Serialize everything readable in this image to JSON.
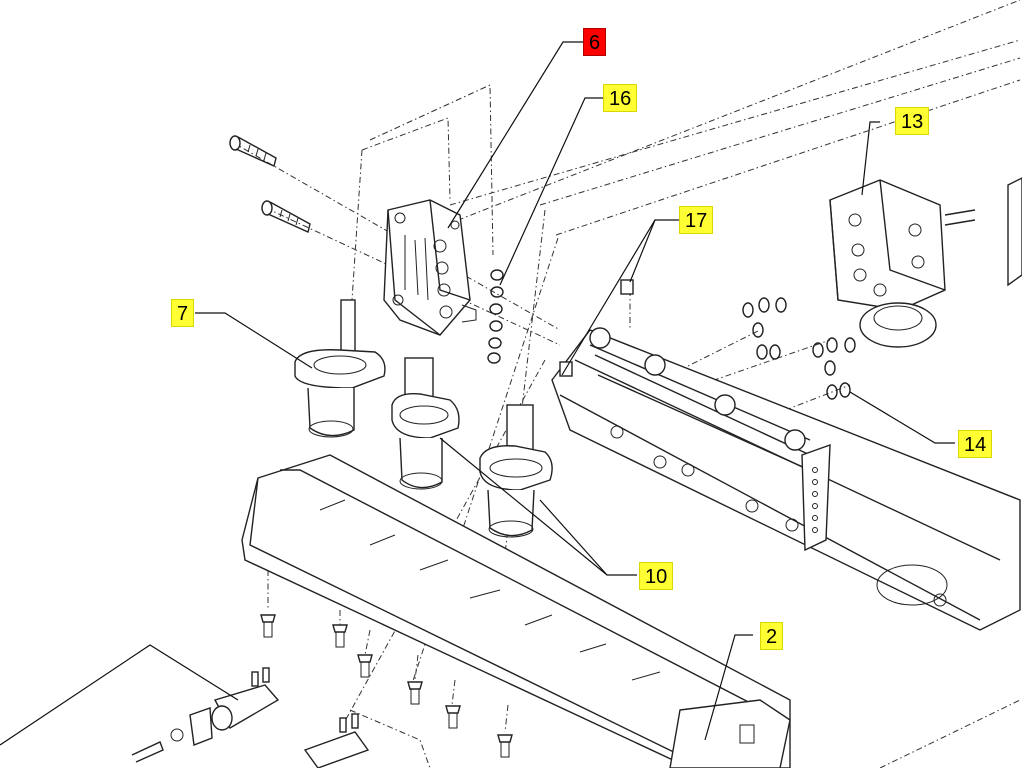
{
  "callouts": [
    {
      "id": "6",
      "label": "6",
      "state": "selected"
    },
    {
      "id": "16",
      "label": "16",
      "state": "normal"
    },
    {
      "id": "13",
      "label": "13",
      "state": "normal"
    },
    {
      "id": "17",
      "label": "17",
      "state": "normal"
    },
    {
      "id": "7",
      "label": "7",
      "state": "normal"
    },
    {
      "id": "14",
      "label": "14",
      "state": "normal"
    },
    {
      "id": "10",
      "label": "10",
      "state": "normal"
    },
    {
      "id": "2",
      "label": "2",
      "state": "normal"
    }
  ],
  "colors": {
    "callout_default": "#ffff33",
    "callout_selected": "#ff0000",
    "line": "#222222",
    "background": "#ffffff"
  }
}
